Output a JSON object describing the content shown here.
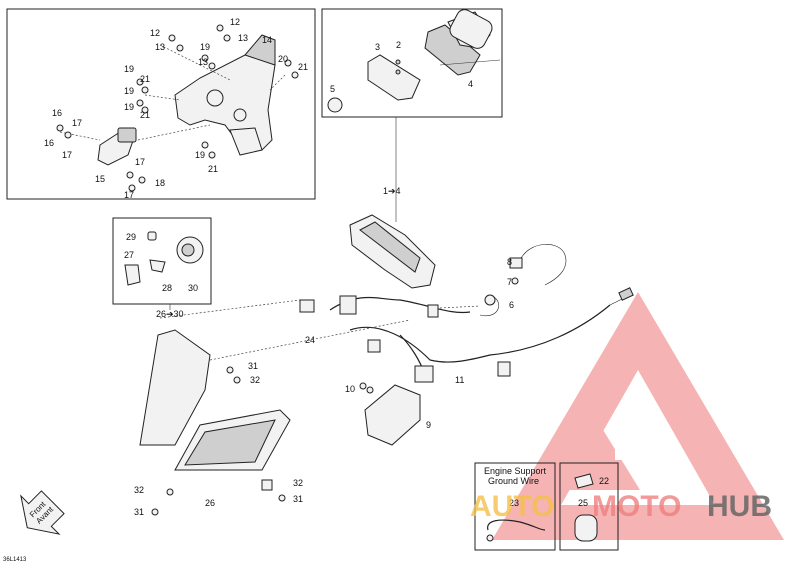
{
  "diagram": {
    "ref_code": "36L1413",
    "callouts": {
      "c1to4": "1➔4",
      "c26to30": "26➔30",
      "n2": "2",
      "n3": "3",
      "n4": "4",
      "n5": "5",
      "n6": "6",
      "n7": "7",
      "n8": "8",
      "n9": "9",
      "n10": "10",
      "n11": "11",
      "n12": "12",
      "n13": "13",
      "n14": "14",
      "n15": "15",
      "n16": "16",
      "n17": "17",
      "n18": "18",
      "n19": "19",
      "n20": "20",
      "n21": "21",
      "n22": "22",
      "n23": "23",
      "n24": "24",
      "n25": "25",
      "n26": "26",
      "n27": "27",
      "n28": "28",
      "n29": "29",
      "n30": "30",
      "n31": "31",
      "n32": "32"
    },
    "engine_support_box": {
      "line1": "Engine Support",
      "line2": "Ground Wire"
    },
    "front_arrow": {
      "line1": "Front",
      "line2": "Avant"
    },
    "colors": {
      "line": "#222222",
      "watermark_red": "#f08080",
      "watermark_gold": "#f5c04a",
      "watermark_grey": "#555555"
    }
  },
  "watermark": {
    "part1": "AUTO",
    "part2": "MOTO",
    "part3": "HUB"
  }
}
